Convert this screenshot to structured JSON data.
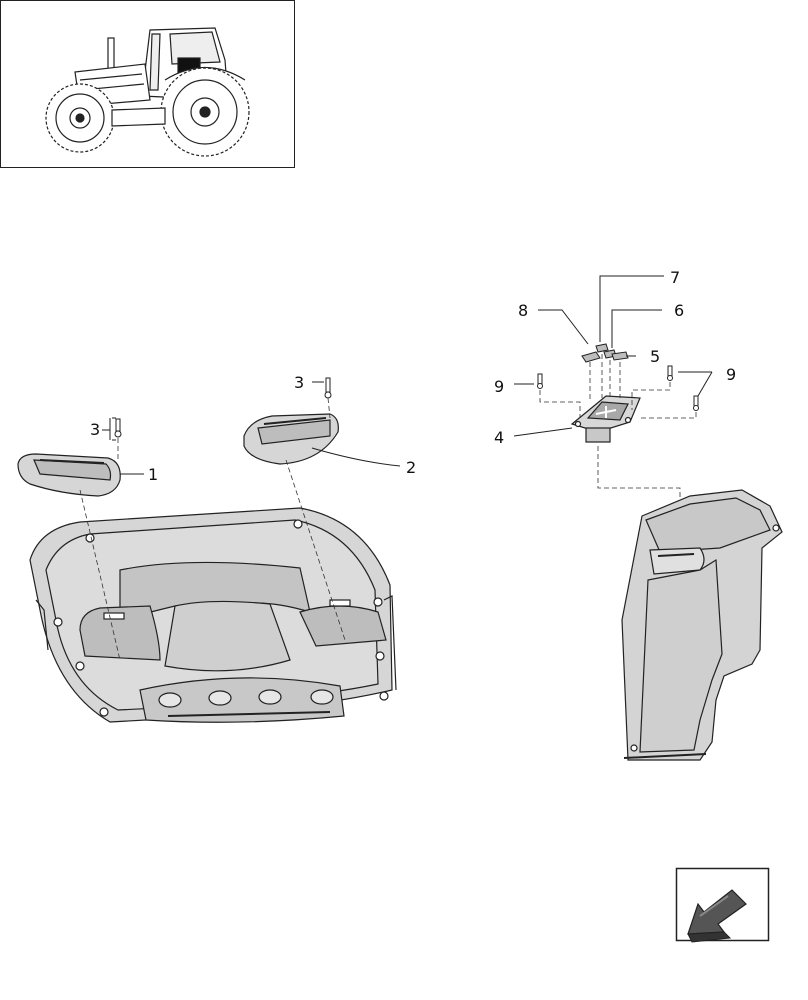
{
  "diagram": {
    "callouts": [
      {
        "id": "c1",
        "label": "1"
      },
      {
        "id": "c2",
        "label": "2"
      },
      {
        "id": "c3a",
        "label": "3"
      },
      {
        "id": "c3b",
        "label": "3"
      },
      {
        "id": "c4",
        "label": "4"
      },
      {
        "id": "c5",
        "label": "5"
      },
      {
        "id": "c6",
        "label": "6"
      },
      {
        "id": "c7",
        "label": "7"
      },
      {
        "id": "c8",
        "label": "8"
      },
      {
        "id": "c9a",
        "label": "9"
      },
      {
        "id": "c9b",
        "label": "9"
      }
    ],
    "icons": {
      "thumbnail": "tractor-thumbnail-icon",
      "navigation": "back-arrow-icon"
    },
    "colors": {
      "line": "#222222",
      "panel_fill": "#d9d9d9",
      "panel_dark": "#bdbdbd",
      "nav_fill": "#444444"
    }
  }
}
